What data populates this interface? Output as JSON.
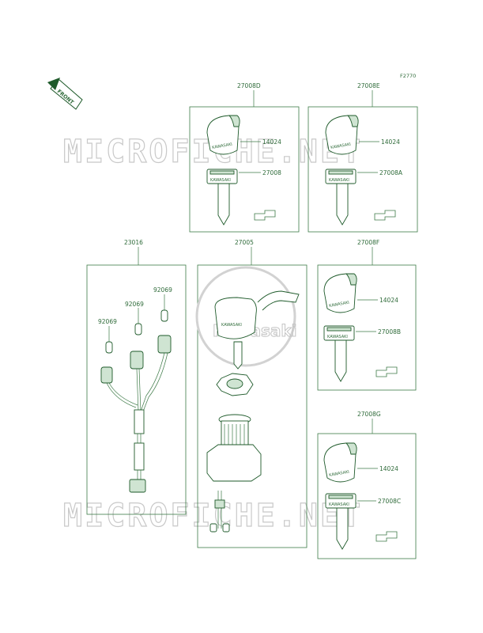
{
  "diagram": {
    "figure_ref": "F2770",
    "front_label": "FRONT",
    "watermark_text": "MICROFICHE.NET",
    "center_logo_text": "Kawasaki",
    "key_brand_text": "KAWASAKI",
    "colors": {
      "line": "#3d7a47",
      "text": "#2f6b3a",
      "part_fill": "#cfe4d2"
    },
    "groups": {
      "g27008d": {
        "label": "27008D",
        "parts": {
          "knob": "14024",
          "key": "27008"
        }
      },
      "g27008e": {
        "label": "27008E",
        "parts": {
          "knob": "14024",
          "key": "27008A"
        }
      },
      "g23016": {
        "label": "23016",
        "parts": {
          "cap1": "92069",
          "cap2": "92069",
          "cap3": "92069"
        }
      },
      "g27005": {
        "label": "27005"
      },
      "g27008f": {
        "label": "27008F",
        "parts": {
          "knob": "14024",
          "key": "27008B"
        }
      },
      "g27008g": {
        "label": "27008G",
        "parts": {
          "knob": "14024",
          "key": "27008C"
        }
      }
    }
  }
}
